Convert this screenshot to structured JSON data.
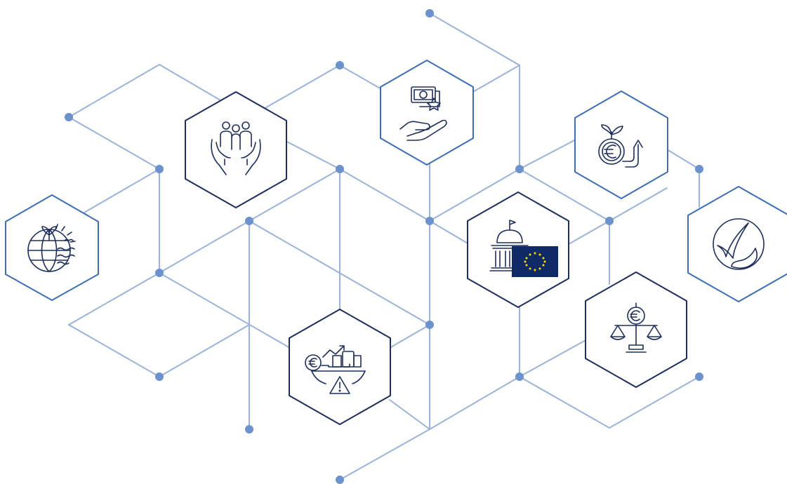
{
  "colors": {
    "background": "#ffffff",
    "connector": "#9bb3d9",
    "node_dot": "#6b92cc",
    "hex_border_light": "#3f6db3",
    "hex_border_dark": "#1e2e5c",
    "icon_stroke": "#1e2e5c",
    "eu_flag_blue": "#0f2a64",
    "eu_flag_star": "#ffdd00"
  },
  "hexagons": [
    {
      "id": "climate",
      "icon": "globe-sprout-waves-icon"
    },
    {
      "id": "community",
      "icon": "hands-holding-people-icon"
    },
    {
      "id": "finance",
      "icon": "hand-money-star-icon"
    },
    {
      "id": "growth",
      "icon": "euro-plant-growth-arrow-icon"
    },
    {
      "id": "governance",
      "icon": "eu-institution-flag-icon"
    },
    {
      "id": "approval",
      "icon": "leaf-checkmark-icon"
    },
    {
      "id": "risk",
      "icon": "euro-goods-warning-icon"
    },
    {
      "id": "balance",
      "icon": "euro-scales-icon"
    }
  ]
}
